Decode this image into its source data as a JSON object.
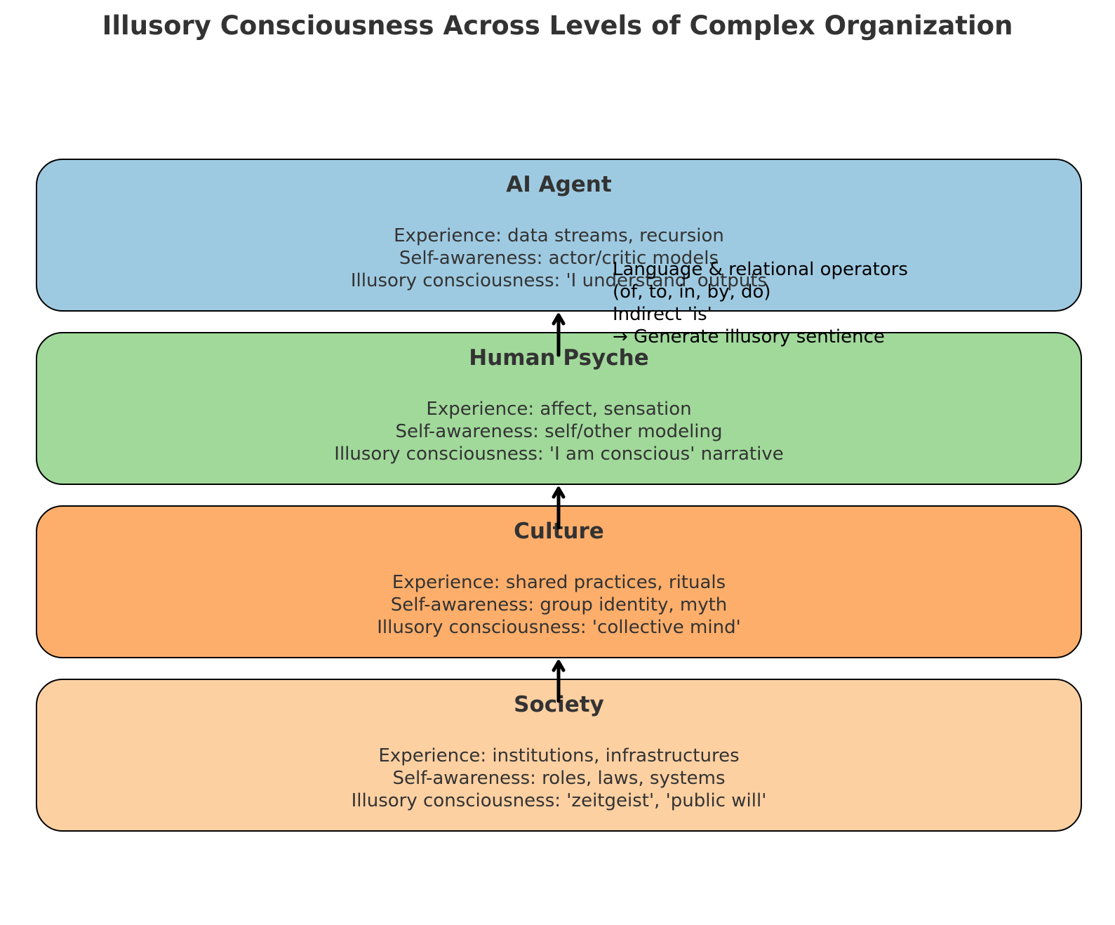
{
  "title": "Illusory Consciousness Across Levels of Complex Organization",
  "levels": [
    {
      "name": "AI Agent",
      "color": "#9ecae1",
      "lines": [
        "Experience: data streams, recursion",
        "Self-awareness: actor/critic models",
        "Illusory consciousness: 'I understand' outputs"
      ]
    },
    {
      "name": "Human Psyche",
      "color": "#a1d99b",
      "lines": [
        "Experience: affect, sensation",
        "Self-awareness: self/other modeling",
        "Illusory consciousness: 'I am conscious' narrative"
      ]
    },
    {
      "name": "Culture",
      "color": "#fdae6b",
      "lines": [
        "Experience: shared practices, rituals",
        "Self-awareness: group identity, myth",
        "Illusory consciousness: 'collective mind'"
      ]
    },
    {
      "name": "Society",
      "color": "#fdd0a2",
      "lines": [
        "Experience: institutions, infrastructures",
        "Self-awareness: roles, laws, systems",
        "Illusory consciousness: 'zeitgeist', 'public will'"
      ]
    }
  ],
  "annotation": {
    "lines": [
      "Language & relational operators",
      "(of, to, in, by, do)",
      "Indirect 'is'",
      "→ Generate illusory sentience"
    ]
  }
}
